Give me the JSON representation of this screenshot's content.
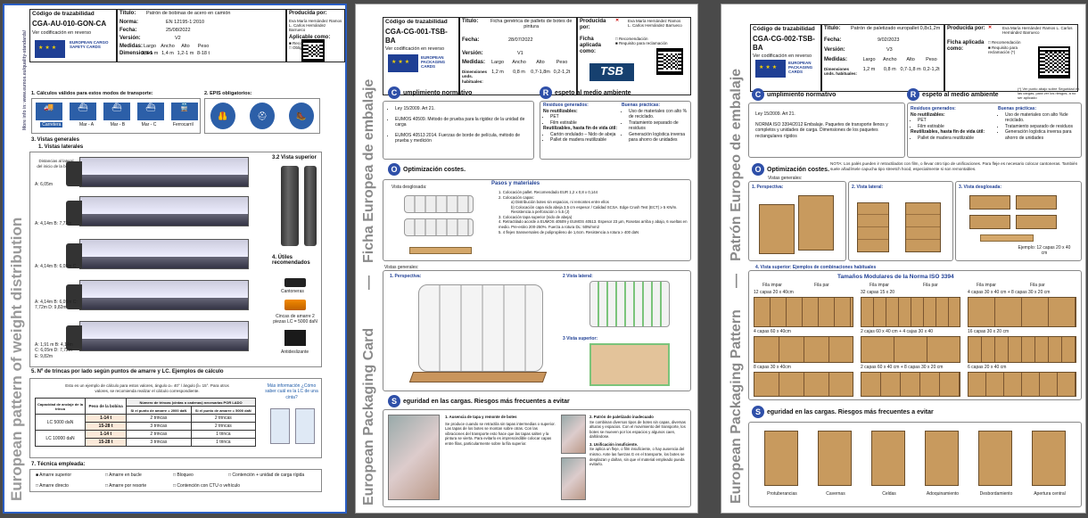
{
  "pages": [
    {
      "side_title": "European pattern of weight distribution",
      "side_url": "More info in: www.eumos.eu/quality-standards/",
      "code_label": "Código de trazabilidad",
      "code": "CGA-AU-010-GON-CA",
      "reverse_label": "Ver codificación en reverso",
      "title_label": "Título:",
      "title_value": "Patrón de bobinas de acero en camión",
      "norm_label": "Norma:",
      "norm_value": "EN 12195-1:2010",
      "date_label": "Fecha:",
      "date_value": "25/08/2022",
      "version_label": "Versión:",
      "version_value": "V2",
      "produced_label": "Producida por:",
      "produced_value": "Eva María Hernández Ramos L. Carlos Hernández Barrueco",
      "applicable_label": "Aplicable como:",
      "applicable_opts": [
        "Recomendación",
        "Obligación"
      ],
      "measures_label": "Medidas:",
      "dims_label": "Dimensiones",
      "measure_heads": [
        "Largo",
        "Ancho",
        "Alto",
        "Peso"
      ],
      "measure_vals": [
        "3,8-1 m",
        "1,4 m",
        "1,2-1 m",
        "8-18 t"
      ],
      "logo_text": "EUROPEAN CARGO SAFETY CARDS",
      "s1": "1. Cálculos válidos para estos modos de transporte:",
      "modes": [
        "Carretera",
        "Mar - A",
        "Mar - B",
        "Mar - C",
        "Ferrocarril"
      ],
      "s2": "2. EPIS obligatorios:",
      "s3": "3. Vistas generales",
      "s31": "1. Vistas laterales",
      "s32": "3.2 Vista superior",
      "s4": "4. Útiles recomendados",
      "tools": [
        "Cantoneras",
        "Cincas de amarre 2 piezas LC = 5000 daN",
        "Antideslizante"
      ],
      "dist_note": "Distancias al lateral del inicio de la bobina",
      "rows": [
        "A: 6,05m",
        "A: 4,14m  B: 7,72m",
        "A: 4,14m  B: 6,05m  C",
        "A: 4,14m  B: 6,05m  C: 7,72m  D: 9,82m",
        "A: 1,91 m  B: 4,14m  C: 6,05m  D: 7,72m  E: 9,82m"
      ],
      "s5": "5. Nº de trincas por lado según puntos de amarre y LC. Ejemplos de cálculo",
      "s5_note": "Esto es un ejemplo de cálculo para estos valores, ángulo α= 40° / ángulo β= 15°. Para otros valores, se recomienda realizar el cálculo correspondiente.",
      "table_head": [
        "Capacidad de anclaje de la trinca",
        "Peso de la bobina",
        "Número de trincas (cintas o cadenas) necesarias POR LADO"
      ],
      "table_sub": [
        "Si el punto de amarre = 2000 daN",
        "Si el punto de amarre = 5000 daN"
      ],
      "table_rows": [
        [
          "LC 5000 daN",
          "1-14 t",
          "2 trincas",
          "2 trincas"
        ],
        [
          "",
          "15-28 t",
          "3 trincas",
          "2 trincas"
        ],
        [
          "LC 10000 daN",
          "1-14 t",
          "2 trincas",
          "1 trinca"
        ],
        [
          "",
          "15-28 t",
          "3 trincas",
          "1 trinca"
        ]
      ],
      "more_info": "Más información ¿Cómo saber cuál es la LC de una cinta?",
      "s7": "7. Técnica empleada:",
      "techniques": [
        "Amarre superior",
        "Amarre en bucle",
        "Bloqueo",
        "Contención + unidad de carga rígida",
        "Amarre directo",
        "Amarre por resorte",
        "Contención con CTU o vehículo"
      ]
    },
    {
      "side_title": "European Packaging Card",
      "side_title2": "Ficha Europea de embalaje",
      "code_label": "Código de trazabilidad",
      "code": "CGA-CG-001-TSB-BA",
      "reverse_label": "Ver codificación en reverso",
      "title_label": "Título:",
      "title_value": "Ficha genérica de pallets de botes de pintura",
      "date_label": "Fecha:",
      "date_value": "28/07/2022",
      "version_label": "Versión:",
      "version_value": "V1",
      "produced_label": "Producida por:",
      "produced_value": "Eva María Hernández Ramos L. Carlos Hernández Barrueco",
      "applied_label": "Ficha aplicada como:",
      "applied_opts": [
        "Recomendación",
        "Requisito para reclamación"
      ],
      "measures_label": "Medidas:",
      "dims_label": "Dimensiones unds. habituales:",
      "measure_heads": [
        "Largo",
        "Ancho",
        "Alto",
        "Peso"
      ],
      "measure_vals": [
        "1,2 m",
        "0,8 m",
        "0,7-1,8m",
        "0,2-1,2t"
      ],
      "logo_text": "EUROPEAN PACKAGING CARDS",
      "tsb": "TSB",
      "c_title": "umplimiento normativo",
      "c_items": [
        "Ley 15/2009. Art 21.",
        "EUMOS 40509. Método de prueba para la rigidez de la unidad de carga",
        "EUMOS 40513 2014. Fuerzas de borde de película, método de prueba y medición"
      ],
      "r_title": "espeto al medio ambiente",
      "waste_title": "Residuos generados:",
      "non_recyc": "No reutilizables:",
      "non_recyc_items": [
        "PET",
        "Film estirable"
      ],
      "recyc": "Reutilizables, hasta fin de vida útil:",
      "recyc_items": [
        "Cartón ondulado – Nido de abeja",
        "Pallet de madera reutilizable"
      ],
      "good_title": "Buenas prácticas:",
      "good_items": [
        "Uso de materiales con alto % de reciclado.",
        "Tratamiento separado de residuos",
        "Generación logística inversa para ahorro de unidades"
      ],
      "o_title": "Optimización costes.",
      "exploded": "Vista desglosada:",
      "steps_title": "Pasos y materiales",
      "steps": [
        "1. Colocación pallet. Recomendado EUR 1,2 x 0,8 x 0,144",
        "2. Colocación capas:",
        "a) Distribución botes sin espacios, ni remontes entre ellos",
        "b) Colocación capa nido abeja 3,5 cm espesor / Calidad SCSA. Edge Crush Test (ECT) ≥ 5 KN/m. Resistencia a perforación ≥ 5.5 (J)",
        "3. Colocación tapa superior (nido de abeja)",
        "4. Retractilado acorde a EUMOS 40509 y EUMOS 40513. Espesor 23 µm, Rosetas arriba y abajo, 6 vueltas en medio. Pre-estiro 200-250%. Fuerza a rotura DL: 50N/mm2",
        "5. 4 flejes transversales de polipropileno de 1,6cm. Resistencia a rotura ≥ 400 daN"
      ],
      "general": "Vistas generales:",
      "v1": "1. Perspectiva:",
      "v2": "2 Vista lateral:",
      "v3": "3 Vista superior:",
      "s_title": "eguridad en las cargas. Riesgos más frecuentes a evitar",
      "risk1_t": "1. Ausencia de tapa y remonte de botes",
      "risk1": "Se produce cuando se retractila sin tapas intermedias o superior. Las tapas de los botes se montan sobre otras. Con las vibraciones del transporte esto hace que las tapas salten y la pintura se vierta. Para evitarlo es imprescindible colocar capas entre filas, particularmente sobre la fila superior.",
      "risk2_t": "2. Patrón de paletizado inadecuado",
      "risk2": "Se combinan diversos tipos de botes sin capas, diversas alturas y espacios. Con el movimiento del transporte, los botes se mueven por los espacios y algunos caen, dañándose.",
      "risk3_t": "3. Unificación insuficiente.",
      "risk3": "Se aplica un fleje, o film insuficiente, o hay ausencia del mismo. Ante las fuerzas G en el transporte, los botes se desplazan y dañan, sin que el material empleado pueda evitarlo."
    },
    {
      "side_title": "European Packaging Pattern",
      "side_title2": "Patrón Europeo de embalaje",
      "code_label": "Código de trazabilidad",
      "code": "CGA-CG-002-TSB-BA",
      "reverse_label": "Ver codificación en reverso",
      "title_label": "Título:",
      "title_value": "Patrón de paletizado europallet 0,8x1,2m",
      "date_label": "Fecha:",
      "date_value": "9/02/2023",
      "version_label": "Versión:",
      "version_value": "V3",
      "produced_label": "Producida por:",
      "produced_value": "Eva María Hernández Ramos L. Carlos Hernández Barrueco",
      "applied_label": "Ficha aplicada como:",
      "applied_opts": [
        "Recomendación",
        "Requisito para reclamación (*)"
      ],
      "measures_label": "Medidas:",
      "dims_label": "Dimensiones unds. habituales:",
      "measure_heads": [
        "Largo",
        "Ancho",
        "Alto",
        "Peso"
      ],
      "measure_vals": [
        "1,2 m",
        "0,8 m",
        "0,7-1,8 m",
        "0,2-1,2t"
      ],
      "logo_text": "EUROPEAN PACKAGING CARDS",
      "c_title": "umplimiento normativo",
      "c_items": [
        "Ley 15/2009. Art 21.",
        "NORMA ISO 3394/2012 Embalaje. Paquetes de transporte llenos y completos y unidades de carga. Dimensiones de los paquetes rectangulares rígidos"
      ],
      "r_title": "espeto al medio ambiente",
      "r_note": "(*) Ver punto abajo sobre Seguridad en las cargas, para ver los riesgos, a no ser aplicado",
      "waste_title": "Residuos generados:",
      "non_recyc": "No reutilizables:",
      "non_recyc_items": [
        "PET",
        "Film estirable"
      ],
      "recyc": "Reutilizables, hasta fin de vida útil:",
      "recyc_items": [
        "Pallet de madera reutilizable"
      ],
      "good_title": "Buenas prácticas:",
      "good_items": [
        "Uso de materiales con alto %de reciclado.",
        "Tratamiento separado de residuos",
        "Generación logística inversa para ahorro de unidades"
      ],
      "o_title": "Optimización costes.",
      "o_sub": "Vistas generales:",
      "o_note": "NOTA: Los palés pueden ir retractilados con film, o llevar otro tipo de unificaciones. Para fleje es necesario colocar cantoneras. También suele añadírsele capucha tipo streetch hood, especialmente si son remontables.",
      "v1": "1. Perspectiva:",
      "v2": "2. Vista lateral:",
      "v3": "3. Vista desglosada:",
      "example": "Ejemplo: 12 capas 20 x 40 cm",
      "v4": "4. Vista superior: Ejemplos de combinaciones habituales",
      "modular": "Tamaños Modulares de la Norma ISO 3394",
      "row_labels": [
        "Fila impar",
        "Fila par"
      ],
      "combos": [
        "12 capas 20 x 40cm",
        "32 capas 15 x 20",
        "4 capas 30 x 40 cm + 8 capas 30 x 20 cm",
        "4 capas 60 x 40cm",
        "2 cajas 60 x 40 cm + 4 cajas 30 x 40",
        "16 capas 30 x 20 cm",
        "8 capas 30 x 40cm",
        "2 capas 60 x 40 cm + 8 capas 30 x 20 cm",
        "6 capas 20 x 40 cm"
      ],
      "s_title": "eguridad en las cargas. Riesgos más frecuentes a evitar",
      "risks": [
        "Protuberancias",
        "Cavernas",
        "Celdas",
        "Adoquinamiento",
        "Desbordamiento",
        "Apertura central"
      ]
    }
  ]
}
